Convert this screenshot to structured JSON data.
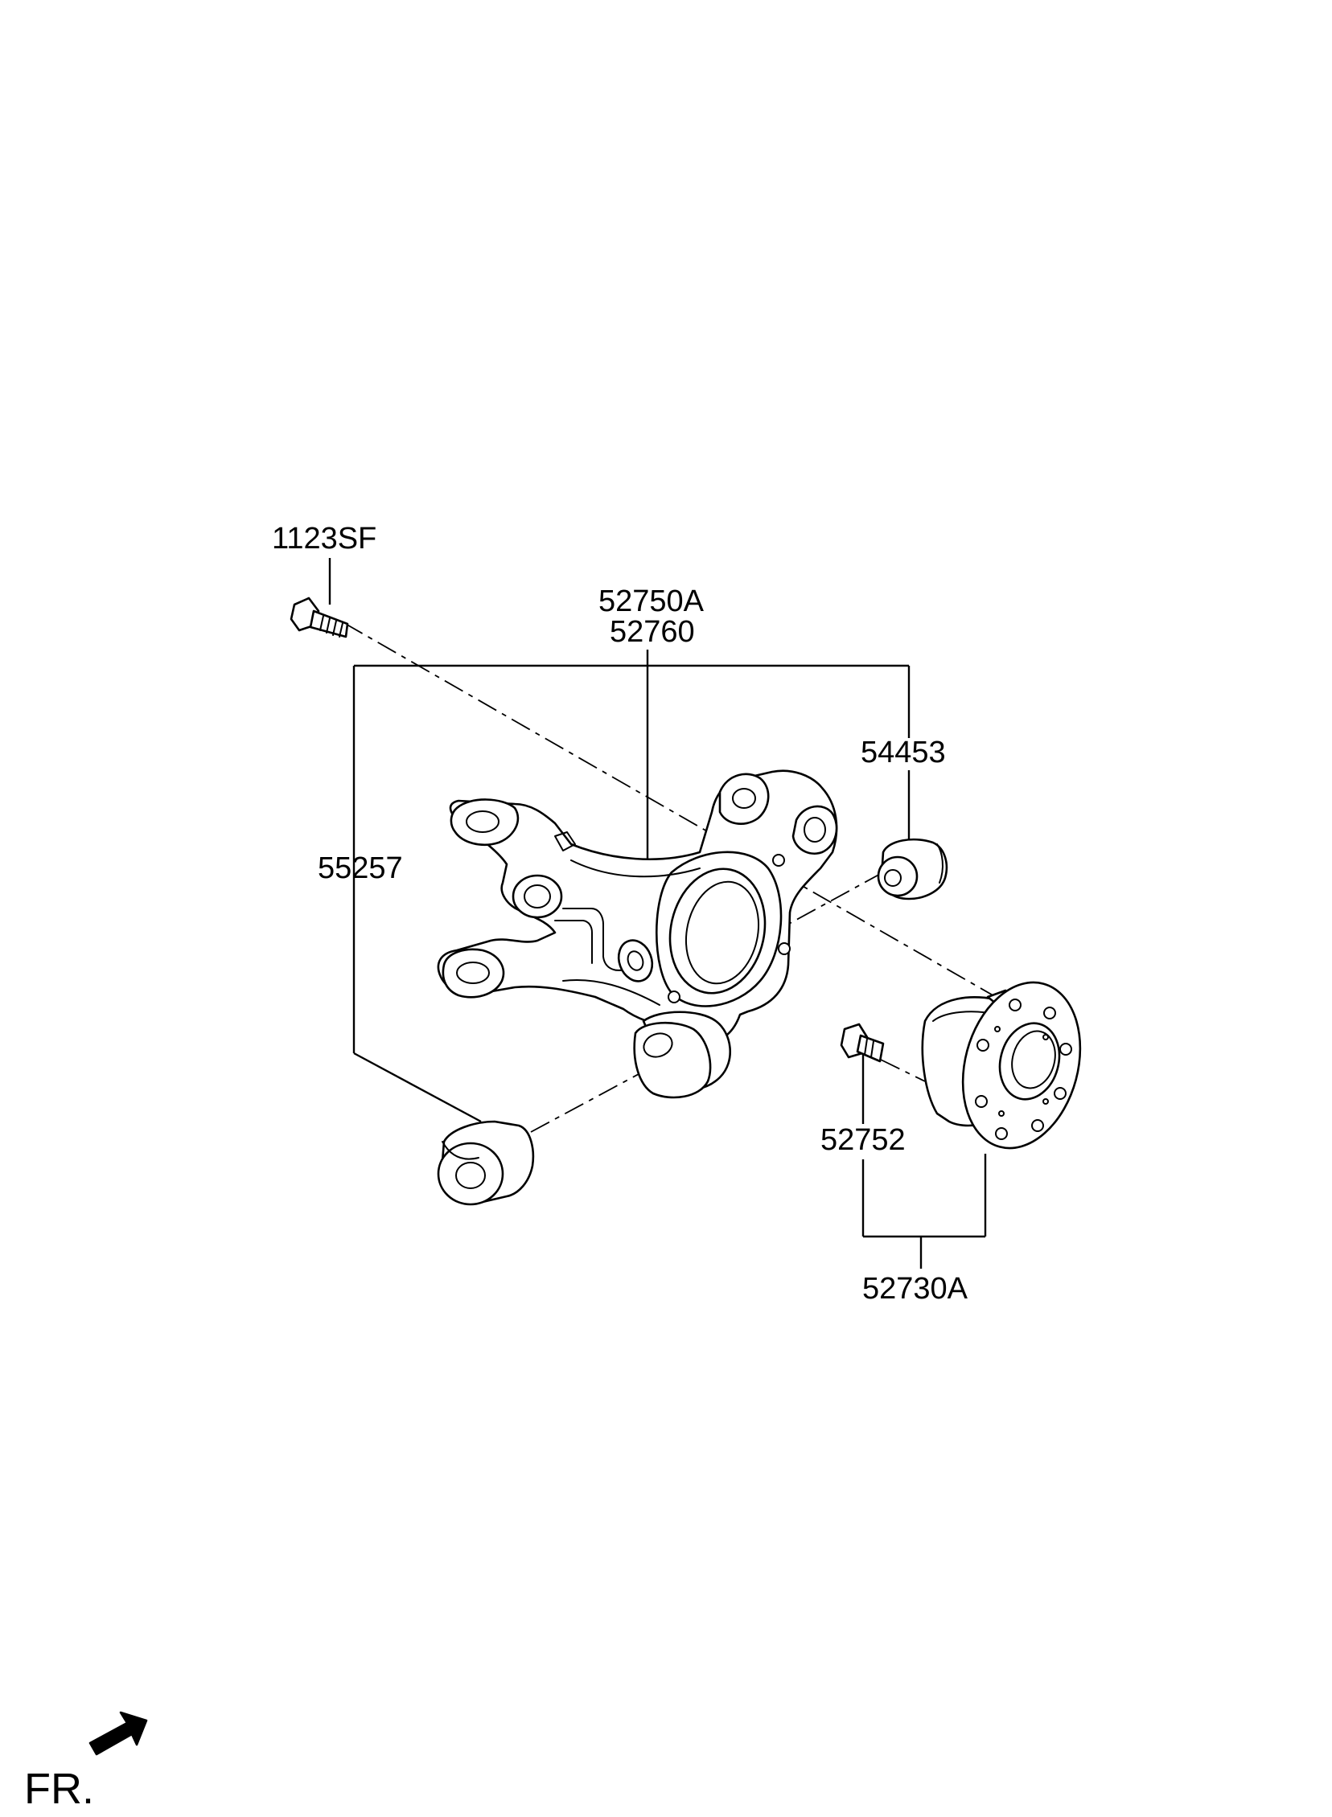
{
  "diagram": {
    "labels": {
      "bolt": "1123SF",
      "knuckle_line1": "52750A",
      "knuckle_line2": "52760",
      "upper_bushing": "54453",
      "lower_bushing": "55257",
      "wheel_bolt": "52752",
      "hub_assembly": "52730A"
    },
    "direction_indicator": "FR."
  }
}
